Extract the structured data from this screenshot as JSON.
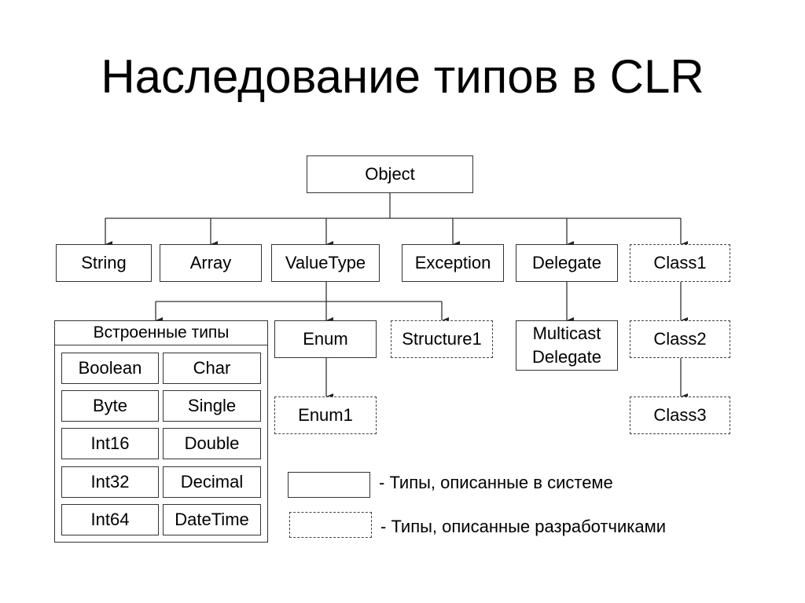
{
  "title": "Наследование типов в CLR",
  "nodes": {
    "object": "Object",
    "string": "String",
    "array": "Array",
    "valuetype": "ValueType",
    "exception": "Exception",
    "delegate": "Delegate",
    "class1": "Class1",
    "enum": "Enum",
    "structure1": "Structure1",
    "multicast_line1": "Multicast",
    "multicast_line2": "Delegate",
    "class2": "Class2",
    "enum1": "Enum1",
    "class3": "Class3"
  },
  "builtin": {
    "header": "Встроенные типы",
    "types": [
      "Boolean",
      "Char",
      "Byte",
      "Single",
      "Int16",
      "Double",
      "Int32",
      "Decimal",
      "Int64",
      "DateTime"
    ]
  },
  "legend": {
    "system": "- Типы, описанные в системе",
    "developer": "- Типы, описанные разработчиками"
  }
}
